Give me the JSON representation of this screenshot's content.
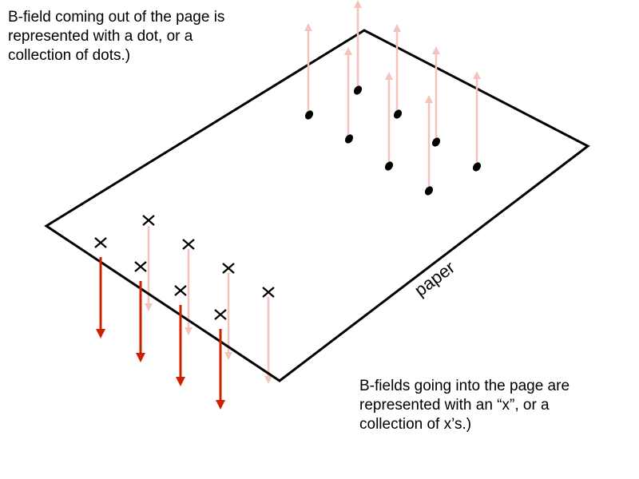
{
  "caption_top": {
    "lines": [
      "B-field coming out of the page is",
      "represented with a dot, or a",
      "collection of dots.)"
    ]
  },
  "caption_bottom": {
    "lines": [
      "B-fields going into the page are",
      "represented with an “x”, or a",
      "collection of x’s.)"
    ]
  },
  "paper_label": "paper",
  "colors": {
    "outline": "#000000",
    "arrow_dark": "#cc2200",
    "arrow_light": "#f4c4bc"
  }
}
